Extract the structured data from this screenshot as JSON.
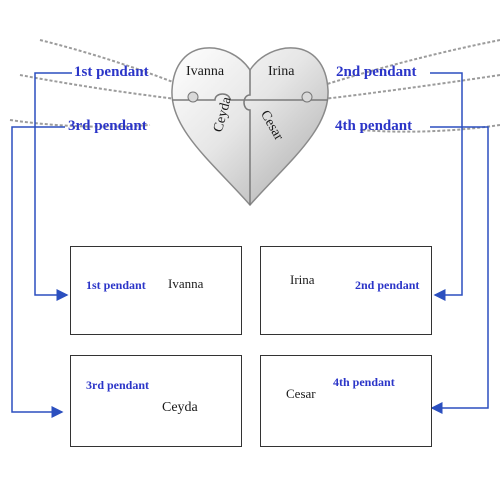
{
  "labels": {
    "first": "1st pendant",
    "second": "2nd pendant",
    "third": "3rd pendant",
    "fourth": "4th pendant"
  },
  "names": {
    "first": "Ivanna",
    "second": "Irina",
    "third": "Ceyda",
    "fourth": "Cesar"
  },
  "colors": {
    "label": "#2b35c8",
    "arrow": "#2b4fbf",
    "metal_light": "#f2f2f2",
    "metal_dark": "#9a9a9a"
  }
}
